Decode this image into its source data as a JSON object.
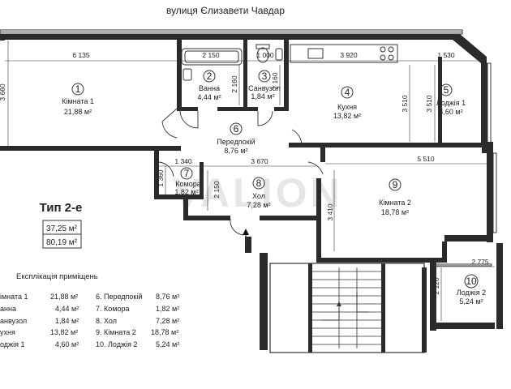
{
  "street": "вулиця Єлизавети Чавдар",
  "watermark": "VALION",
  "plan": {
    "type_label": "Тип 2-е",
    "area_living": "37,25 м²",
    "area_total": "80,19 м²"
  },
  "rooms": [
    {
      "num": "1",
      "name": "Кімната 1",
      "area": "21,88 м²"
    },
    {
      "num": "2",
      "name": "Ванна",
      "area": "4,44 м²"
    },
    {
      "num": "3",
      "name": "Санвузол",
      "area": "1,84 м²"
    },
    {
      "num": "4",
      "name": "Кухня",
      "area": "13,82 м²"
    },
    {
      "num": "5",
      "name": "Лоджія 1",
      "area": "4,60 м²"
    },
    {
      "num": "6",
      "name": "Передпокій",
      "area": "8,76 м²"
    },
    {
      "num": "7",
      "name": "Комора",
      "area": "1,82 м²"
    },
    {
      "num": "8",
      "name": "Хол",
      "area": "7,28 м²"
    },
    {
      "num": "9",
      "name": "Кімната 2",
      "area": "18,78 м²"
    },
    {
      "num": "10",
      "name": "Лоджія 2",
      "area": "5,24 м²"
    }
  ],
  "dimensions": {
    "d6135": "6 135",
    "d2150": "2 150",
    "d1000": "1 000",
    "d3920": "3 920",
    "d1530": "1 530",
    "d3660": "3 660",
    "d2160a": "2 160",
    "d2160b": "2 160",
    "d3510a": "3 510",
    "d3510b": "3 510",
    "d1340": "1 340",
    "d3670": "3 670",
    "d5510": "5 510",
    "d1360": "1 360",
    "d2150v": "2 150",
    "d3410": "3 410",
    "d2775": "2 775",
    "d2120": "2 120"
  },
  "legend": {
    "title": "Експлікація приміщень",
    "left": [
      {
        "name": "імната 1",
        "area": "21,88 м²"
      },
      {
        "name": "анна",
        "area": "4,44 м²"
      },
      {
        "name": "анвузол",
        "area": "1,84 м²"
      },
      {
        "name": "ухня",
        "area": "13,82 м²"
      },
      {
        "name": "оджія 1",
        "area": "4,60 м²"
      }
    ],
    "right": [
      {
        "name": "6.  Передпокій",
        "area": "8,76 м²"
      },
      {
        "name": "7.  Комора",
        "area": "1,82 м²"
      },
      {
        "name": "8.  Хол",
        "area": "7,28 м²"
      },
      {
        "name": "9.  Кімната 2",
        "area": "18,78 м²"
      },
      {
        "name": "10. Лоджія 2",
        "area": "5,24 м²"
      }
    ]
  }
}
